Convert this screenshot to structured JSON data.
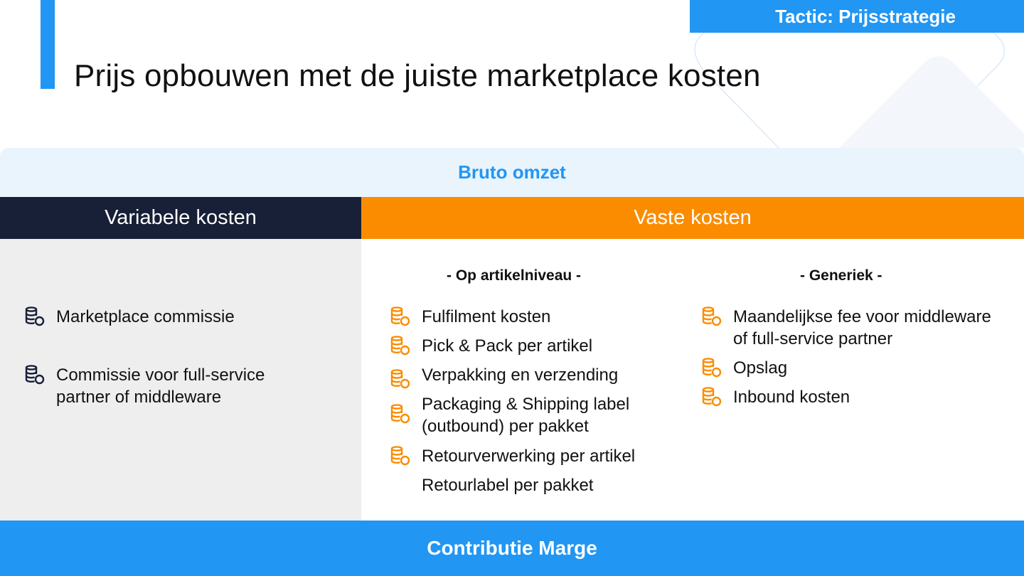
{
  "header": {
    "title": "Prijs opbouwen met de juiste marketplace kosten",
    "tactic": "Tactic: Prijsstrategie"
  },
  "board": {
    "top_label": "Bruto omzet",
    "variable": {
      "header": "Variabele kosten",
      "icon": "coin-stack-icon",
      "icon_color": "#172037",
      "items": [
        "Marketplace commissie",
        "Commissie voor full-service\npartner of middleware"
      ]
    },
    "fixed": {
      "header": "Vaste kosten",
      "icon": "coin-stack-icon",
      "icon_color": "#fb8c00",
      "article_level": {
        "heading": "- Op artikelniveau -",
        "items": [
          "Fulfilment kosten",
          "Pick & Pack per artikel",
          "Verpakking en verzending",
          "Packaging & Shipping label\n(outbound) per pakket",
          "Retourverwerking per artikel",
          "Retourlabel per pakket"
        ]
      },
      "generic": {
        "heading": "- Generiek -",
        "items": [
          "Maandelijkse fee voor middleware\nof full-service partner",
          "Opslag",
          "Inbound kosten"
        ]
      }
    },
    "bottom_label": "Contributie Marge"
  },
  "colors": {
    "accent_blue": "#2196f3",
    "navy": "#172037",
    "orange": "#fb8c00",
    "light_blue": "#e9f4fd",
    "grey_panel": "#eeeeee"
  }
}
